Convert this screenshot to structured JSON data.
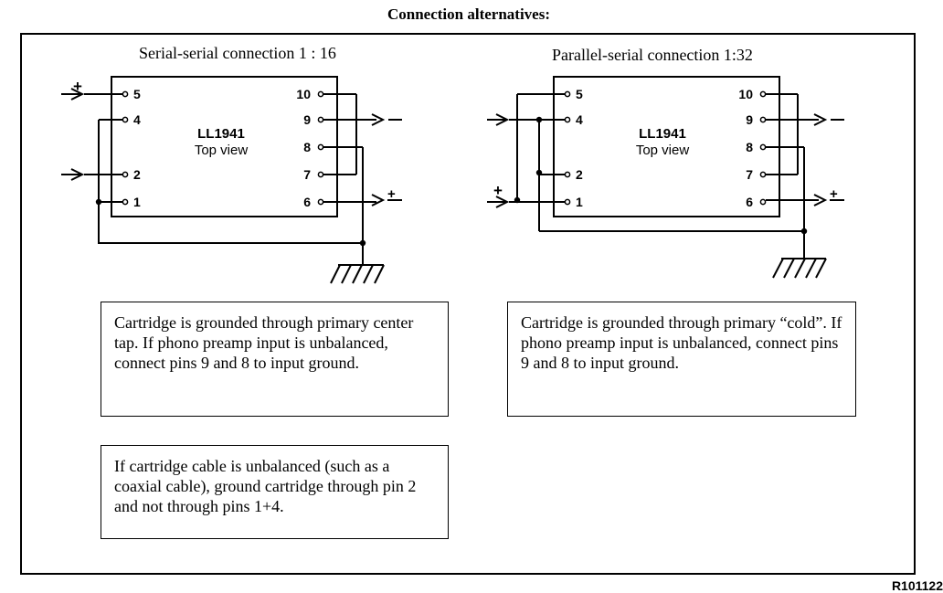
{
  "page": {
    "title": "Connection alternatives:",
    "reference": "R101122"
  },
  "diagrams": [
    {
      "title": "Serial-serial connection  1 : 16",
      "ic_name": "LL1941",
      "ic_sub": "Top view",
      "left_pins": [
        "5",
        "4",
        "2",
        "1"
      ],
      "right_pins": [
        "10",
        "9",
        "8",
        "7",
        "6"
      ],
      "input_plus": "+",
      "output_minus": "—",
      "output_plus": "+"
    },
    {
      "title": "Parallel-serial connection  1:32",
      "ic_name": "LL1941",
      "ic_sub": "Top view",
      "left_pins": [
        "5",
        "4",
        "2",
        "1"
      ],
      "right_pins": [
        "10",
        "9",
        "8",
        "7",
        "6"
      ],
      "input_plus": "+",
      "output_minus": "—",
      "output_plus": "+"
    }
  ],
  "notes": [
    {
      "text": "Cartridge is grounded through primary center tap. If phono preamp input is unbalanced, connect pins 9 and 8 to input ground."
    },
    {
      "text": "Cartridge is grounded through primary “cold”. If phono preamp input is unbalanced, connect pins 9 and 8 to input ground."
    },
    {
      "text": "If cartridge cable is unbalanced  (such as a coaxial cable), ground cartridge through pin 2 and not through pins 1+4."
    }
  ]
}
